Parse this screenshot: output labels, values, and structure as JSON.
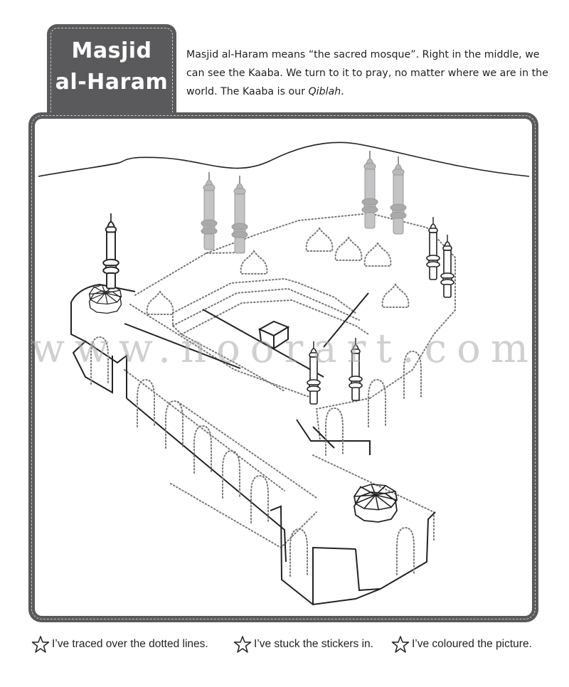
{
  "title": {
    "line1": "Masjid",
    "line2": "al-Haram"
  },
  "intro": {
    "text_before_italic": "Masjid al-Haram means “the sacred mosque”. Right in the middle, we can see the Kaaba. We turn to it to pray, no matter where we are in the world. The Kaaba is our ",
    "italic_word": "Qiblah",
    "text_after_italic": "."
  },
  "illustration": {
    "subject": "Masjid al-Haram dot-to-dot tracing picture with Kaaba, minarets and domes",
    "elements": [
      "kaaba",
      "minarets",
      "domes",
      "arcades",
      "octagonal-pavilions",
      "mountain-horizon"
    ]
  },
  "watermark": {
    "text": "www.noorart.com"
  },
  "checklist": {
    "items": [
      {
        "icon": "star-icon",
        "label": "I’ve traced over the dotted lines."
      },
      {
        "icon": "star-icon",
        "label": "I’ve stuck the stickers in."
      },
      {
        "icon": "star-icon",
        "label": "I’ve coloured the picture."
      }
    ]
  },
  "colors": {
    "frame": "#5a5a5c",
    "stitch": "#c9c9c9",
    "line": "#222222",
    "dotted": "#777777",
    "sticker_minaret": "#b9b9bb",
    "watermark": "#aaaaaa"
  }
}
